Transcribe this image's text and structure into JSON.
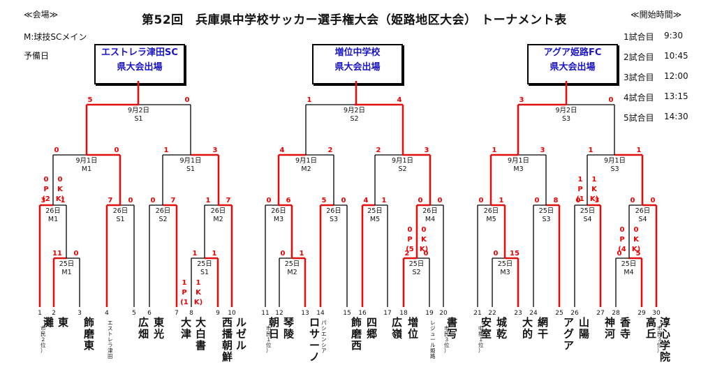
{
  "title": "第52回　兵庫県中学校サッカー選手権大会（姫路地区大会）  トーナメント表",
  "venue": {
    "header": "≪会場≫",
    "main": "M:球技SCメイン",
    "reserve": "予備日"
  },
  "schedule": {
    "header": "≪開始時間≫",
    "rows": [
      {
        "label": "1試合目",
        "time": "9:30"
      },
      {
        "label": "2試合目",
        "time": "10:45"
      },
      {
        "label": "3試合目",
        "time": "12:00"
      },
      {
        "label": "4試合目",
        "time": "13:15"
      },
      {
        "label": "5試合目",
        "time": "14:30"
      }
    ]
  },
  "winners": [
    {
      "name": "エストレラ津田SC",
      "note": "県大会出場"
    },
    {
      "name": "増位中学校",
      "note": "県大会出場"
    },
    {
      "name": "アグア姫路FC",
      "note": "県大会出場"
    }
  ],
  "teams": [
    {
      "num": "1",
      "name": "灘",
      "note": "（市民２位）"
    },
    {
      "num": "2",
      "name": "東",
      "note": ""
    },
    {
      "num": "3",
      "name": "飾磨東",
      "note": ""
    },
    {
      "num": "4",
      "name": "",
      "note": "エストレラ津田"
    },
    {
      "num": "5",
      "name": "広畑",
      "note": ""
    },
    {
      "num": "6",
      "name": "東光",
      "note": ""
    },
    {
      "num": "7",
      "name": "大津",
      "note": ""
    },
    {
      "num": "8",
      "name": "大白書",
      "note": ""
    },
    {
      "num": "9",
      "name": "西播朝鮮",
      "note": ""
    },
    {
      "num": "10",
      "name": "ルゼル",
      "note": ""
    },
    {
      "num": "11",
      "name": "朝日",
      "note": "（市民１位）"
    },
    {
      "num": "12",
      "name": "琴陵",
      "note": ""
    },
    {
      "num": "13",
      "name": "ロサーノ",
      "note": ""
    },
    {
      "num": "14",
      "name": "",
      "note": "パシエンシア"
    },
    {
      "num": "15",
      "name": "飾磨西",
      "note": ""
    },
    {
      "num": "16",
      "name": "四郷",
      "note": ""
    },
    {
      "num": "17",
      "name": "広嶺",
      "note": ""
    },
    {
      "num": "18",
      "name": "増位",
      "note": ""
    },
    {
      "num": "19",
      "name": "",
      "note": "レジュール姫路"
    },
    {
      "num": "20",
      "name": "書写",
      "note": "（市民３位）"
    },
    {
      "num": "21",
      "name": "安室",
      "note": "（中播１位）"
    },
    {
      "num": "22",
      "name": "城乾",
      "note": ""
    },
    {
      "num": "23",
      "name": "大的",
      "note": ""
    },
    {
      "num": "24",
      "name": "網干",
      "note": ""
    },
    {
      "num": "25",
      "name": "アグア",
      "note": ""
    },
    {
      "num": "26",
      "name": "山陽",
      "note": ""
    },
    {
      "num": "27",
      "name": "神河",
      "note": ""
    },
    {
      "num": "28",
      "name": "香寺",
      "note": ""
    },
    {
      "num": "29",
      "name": "高丘",
      "note": ""
    },
    {
      "num": "30",
      "name": "淳心学院",
      "note": "（市民３位）"
    }
  ],
  "matches": [
    {
      "date": "25日",
      "venue": "M1",
      "s1": "11",
      "s2": "0",
      "pk": ""
    },
    {
      "date": "26日",
      "venue": "M1",
      "s1": "3",
      "s2": "1",
      "pk": ""
    },
    {
      "date": "26日",
      "venue": "S1",
      "s1": "7",
      "s2": "0",
      "pk": ""
    },
    {
      "date": "26日",
      "venue": "S2",
      "s1": "0",
      "s2": "7",
      "pk": ""
    },
    {
      "date": "25日",
      "venue": "S1",
      "s1": "1",
      "s2": "1",
      "pk": "(1 P K 4)"
    },
    {
      "date": "26日",
      "venue": "M2",
      "s1": "1",
      "s2": "7",
      "pk": ""
    },
    {
      "date": "9月1日",
      "venue": "M1",
      "s1": "0",
      "s2": "0",
      "pk": "(2 P K 4)"
    },
    {
      "date": "9月1日",
      "venue": "S1",
      "s1": "1",
      "s2": "3",
      "pk": ""
    },
    {
      "date": "9月2日",
      "venue": "S1",
      "s1": "5",
      "s2": "0",
      "pk": ""
    },
    {
      "date": "25日",
      "venue": "M2",
      "s1": "0",
      "s2": "1",
      "pk": ""
    },
    {
      "date": "26日",
      "venue": "M3",
      "s1": "0",
      "s2": "6",
      "pk": ""
    },
    {
      "date": "26日",
      "venue": "S3",
      "s1": "5",
      "s2": "0",
      "pk": ""
    },
    {
      "date": "25日",
      "venue": "M5",
      "s1": "4",
      "s2": "1",
      "pk": ""
    },
    {
      "date": "25日",
      "venue": "S2",
      "s1": "2",
      "s2": "0",
      "pk": ""
    },
    {
      "date": "26日",
      "venue": "M4",
      "s1": "0",
      "s2": "0",
      "pk": "(5 P K 4)"
    },
    {
      "date": "9月1日",
      "venue": "M2",
      "s1": "4",
      "s2": "2",
      "pk": ""
    },
    {
      "date": "9月1日",
      "venue": "S2",
      "s1": "2",
      "s2": "3",
      "pk": ""
    },
    {
      "date": "9月2日",
      "venue": "S2",
      "s1": "1",
      "s2": "4",
      "pk": ""
    },
    {
      "date": "25日",
      "venue": "M3",
      "s1": "0",
      "s2": "15",
      "pk": ""
    },
    {
      "date": "26日",
      "venue": "M5",
      "s1": "0",
      "s2": "1",
      "pk": ""
    },
    {
      "date": "25日",
      "venue": "S3",
      "s1": "0",
      "s2": "8",
      "pk": ""
    },
    {
      "date": "25日",
      "venue": "S4",
      "s1": "0",
      "s2": "3",
      "pk": ""
    },
    {
      "date": "25日",
      "venue": "M4",
      "s1": "0",
      "s2": "5",
      "pk": ""
    },
    {
      "date": "26日",
      "venue": "S4",
      "s1": "0",
      "s2": "0",
      "pk": "(4 P K 5)"
    },
    {
      "date": "9月1日",
      "venue": "M3",
      "s1": "1",
      "s2": "3",
      "pk": ""
    },
    {
      "date": "9月1日",
      "venue": "S3",
      "s1": "1",
      "s2": "1",
      "pk": "(1 P K 3)"
    },
    {
      "date": "9月2日",
      "venue": "S3",
      "s1": "3",
      "s2": "0",
      "pk": ""
    }
  ],
  "colors": {
    "win_line": "#e01010",
    "lose_line": "#000000",
    "score": "#e00000",
    "winner_text": "#1a14c8"
  }
}
